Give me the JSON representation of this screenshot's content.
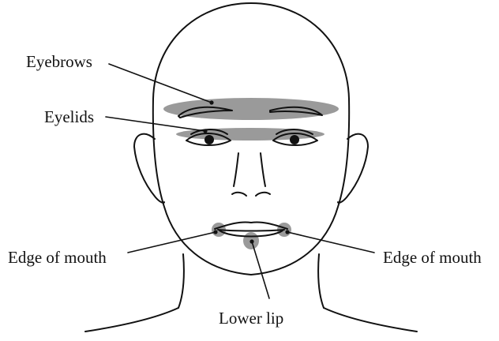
{
  "labels": {
    "eyebrows": "Eyebrows",
    "eyelids": "Eyelids",
    "edge_of_mouth_left": "Edge of mouth",
    "edge_of_mouth_right": "Edge of mouth",
    "lower_lip": "Lower lip"
  },
  "colors": {
    "line": "#111111",
    "highlight": "#9a9a9a",
    "background": "#ffffff"
  }
}
